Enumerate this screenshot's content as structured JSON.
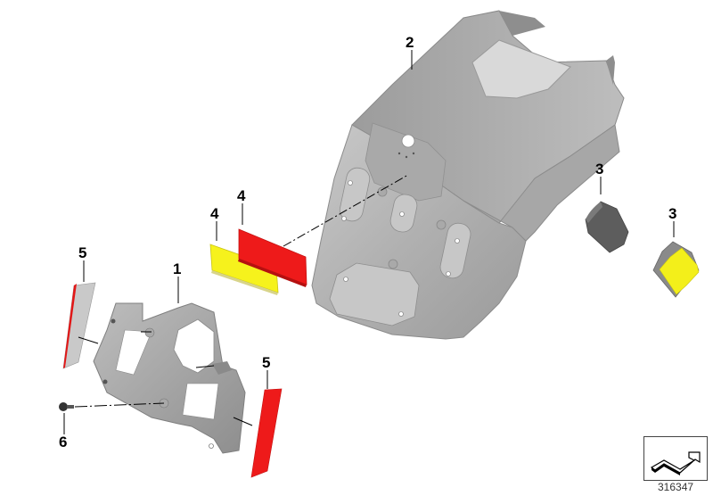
{
  "diagram": {
    "type": "exploded parts diagram",
    "diagram_number": "316347",
    "colors": {
      "part_gray": "#b4b4b4",
      "part_gray_dark": "#8a8a8a",
      "part_gray_light": "#d4d4d4",
      "reflector_red": "#ee1c1c",
      "reflector_yellow": "#f4f01a",
      "pad_dark": "#5e5e5e",
      "leader_line": "#000000"
    },
    "callouts": [
      {
        "number": "1",
        "part": "license-plate-bracket"
      },
      {
        "number": "2",
        "part": "rear-fender-license-plate-carrier"
      },
      {
        "number": "3",
        "part": "rubber-pad-left"
      },
      {
        "number": "3",
        "part": "rubber-pad-adhesive"
      },
      {
        "number": "4",
        "part": "reflector-yellow"
      },
      {
        "number": "4",
        "part": "reflector-red"
      },
      {
        "number": "5",
        "part": "side-reflector-left"
      },
      {
        "number": "5",
        "part": "side-reflector-right"
      },
      {
        "number": "6",
        "part": "screw"
      }
    ]
  },
  "navigation": {
    "icon": "arrow-right-icon"
  }
}
